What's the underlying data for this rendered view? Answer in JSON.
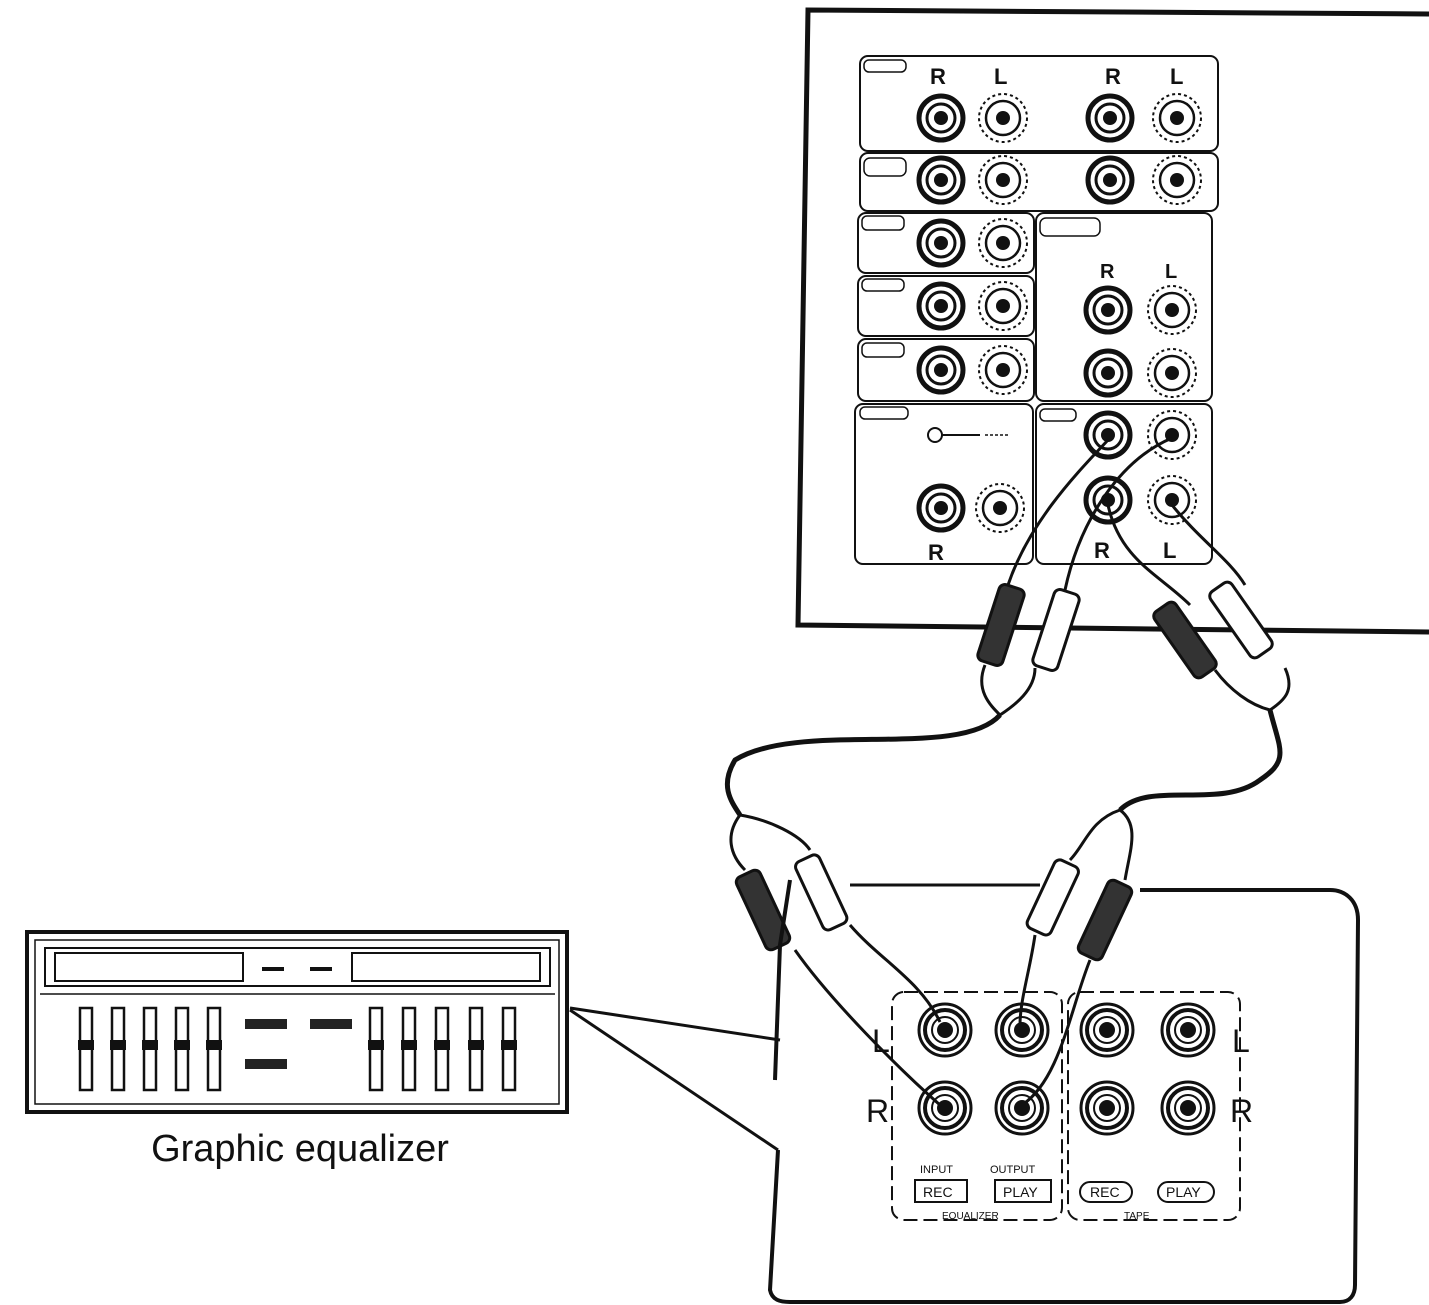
{
  "caption": "Graphic equalizer",
  "receiver": {
    "header_labels": [
      "R",
      "L",
      "R",
      "L"
    ],
    "tape2_labels": [
      "R",
      "L"
    ],
    "bottom_labels": [
      "R",
      "R",
      "L"
    ]
  },
  "equalizer_panel": {
    "left_labels": [
      "L",
      "R"
    ],
    "right_labels": [
      "L",
      "R"
    ],
    "buttons": [
      "REC",
      "PLAY",
      "REC",
      "PLAY"
    ],
    "jack_labels": [
      "INPUT",
      "OUTPUT"
    ],
    "group_labels": [
      "EQUALIZER",
      "TAPE"
    ]
  }
}
